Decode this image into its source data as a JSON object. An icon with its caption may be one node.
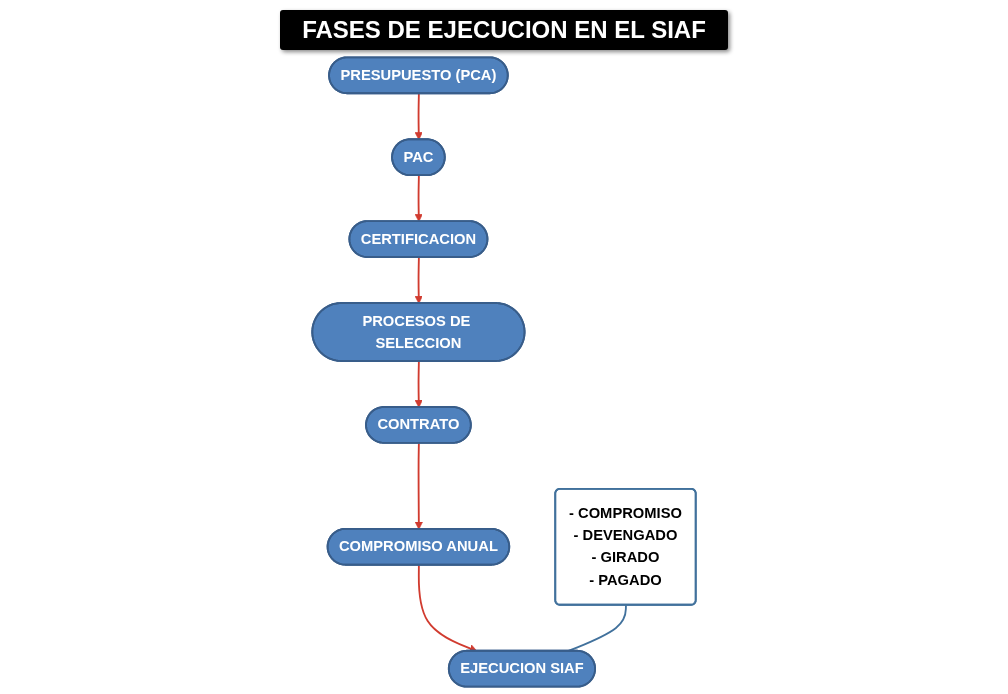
{
  "diagram": {
    "title": "FASES DE EJECUCION EN EL SIAF",
    "nodes": [
      {
        "text": [
          "PRESUPUESTO (PCA)"
        ]
      },
      {
        "text": [
          "PAC"
        ]
      },
      {
        "text": [
          "CERTIFICACION"
        ]
      },
      {
        "text": [
          "PROCESOS DE SELECCION"
        ]
      },
      {
        "text": [
          "CONTRATO"
        ]
      },
      {
        "text": [
          "COMPROMISO ANUAL"
        ]
      },
      {
        "text": [
          "EJECUCION SIAF"
        ]
      },
      {
        "text": [
          "- COMPROMISO",
          "- DEVENGADO",
          "- GIRADO",
          "- PAGADO"
        ]
      }
    ],
    "edges": [
      {
        "from": 0,
        "to": 1,
        "arrow": "to"
      },
      {
        "from": 1,
        "to": 2,
        "arrow": "to"
      },
      {
        "from": 2,
        "to": 3,
        "arrow": "to"
      },
      {
        "from": 3,
        "to": 4,
        "arrow": "to"
      },
      {
        "from": 4,
        "to": 5,
        "arrow": "to"
      },
      {
        "from": 5,
        "to": 6,
        "arrow": "to"
      },
      {
        "from": 7,
        "to": 6,
        "arrow": "none",
        "color": "#41719c"
      }
    ]
  }
}
